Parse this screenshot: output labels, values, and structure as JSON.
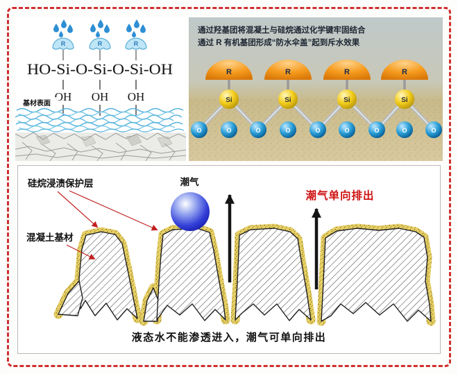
{
  "top_left_panel": {
    "substrate_surface_label": "基材表面",
    "formula": "HO-Si-O-Si-O-Si-OH",
    "r_labels": [
      "R",
      "R",
      "R"
    ],
    "oh_labels": [
      "OH",
      "OH",
      "OH"
    ]
  },
  "top_right_panel": {
    "caption_line1": "通过羟基团将混凝土与硅烷通过化学键牢固结合",
    "caption_line2": "通过 R 有机基团形成“防水伞盖”起到斥水效果",
    "r_labels": [
      "R",
      "R",
      "R",
      "R"
    ],
    "si_labels": [
      "Si",
      "Si",
      "Si",
      "Si"
    ],
    "o_labels": [
      "O",
      "O",
      "O",
      "O",
      "O",
      "O",
      "O",
      "O",
      "O"
    ]
  },
  "bottom_panel": {
    "protective_layer_label": "硅烷浸渍保护层",
    "moisture_label": "潮气",
    "moisture_exit_label": "潮气单向排出",
    "concrete_label": "混凝土基材",
    "caption": "液态水不能渗透进入，潮气可单向排出"
  },
  "colors": {
    "accent_red": "#cf1212",
    "frame_red": "#d02f2f",
    "coating_sand": "#e6d169",
    "si_yellow": "#f3cd1b",
    "o_blue": "#2b9fd8",
    "dome_orange": "#f59b1e",
    "moisture_blue": "#3340d8"
  }
}
